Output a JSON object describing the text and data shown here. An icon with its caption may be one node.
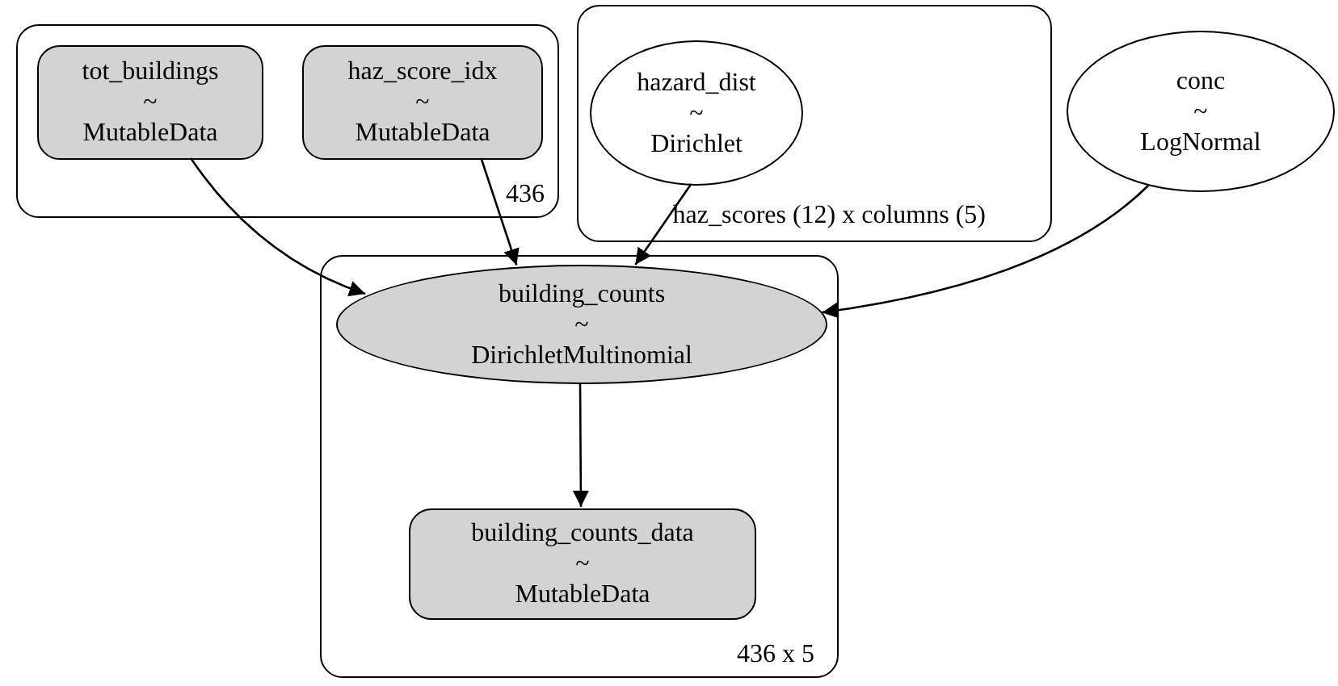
{
  "diagram": {
    "nodes": [
      {
        "text": [
          "436"
        ]
      },
      {
        "text": [
          "tot_buildings",
          "~",
          "MutableData"
        ],
        "in": 0
      },
      {
        "text": [
          "haz_score_idx",
          "~",
          "MutableData"
        ],
        "in": 0
      },
      {
        "text": [
          "haz_scores (12) x columns (5)"
        ]
      },
      {
        "text": [
          "hazard_dist",
          "~",
          "Dirichlet"
        ],
        "in": 3
      },
      {
        "text": [
          "conc",
          "~",
          "LogNormal"
        ]
      },
      {
        "text": [
          "436 x 5"
        ]
      },
      {
        "text": [
          "building_counts",
          "~",
          "DirichletMultinomial"
        ],
        "in": 6
      },
      {
        "text": [
          "building_counts_data",
          "~",
          "MutableData"
        ],
        "in": 6
      }
    ],
    "edges": [
      {
        "from": 1,
        "to": 7,
        "arrow": "to"
      },
      {
        "from": 2,
        "to": 7,
        "arrow": "to"
      },
      {
        "from": 4,
        "to": 7,
        "arrow": "to"
      },
      {
        "from": 5,
        "to": 7,
        "arrow": "to"
      },
      {
        "from": 7,
        "to": 8,
        "arrow": "to"
      }
    ]
  }
}
